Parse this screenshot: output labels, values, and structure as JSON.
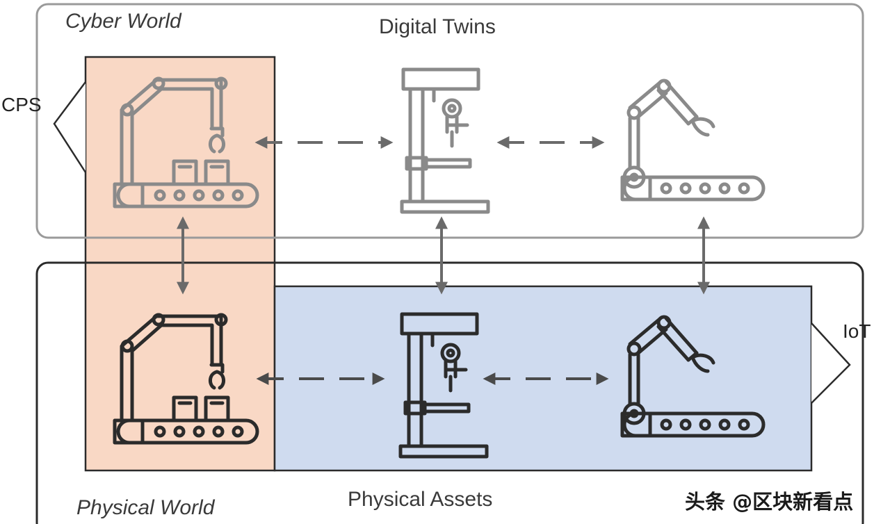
{
  "diagram": {
    "cyber_world": "Cyber World",
    "digital_twins": "Digital Twins",
    "cps": "CPS",
    "iot": "IoT",
    "physical_world": "Physical World",
    "physical_assets": "Physical Assets"
  },
  "watermark": "头条 @区块新看点",
  "colors": {
    "cps_fill": "#f9d8c5",
    "iot_fill": "#cfdbef",
    "twin_stroke": "#8a8a8a",
    "asset_stroke": "#2b2b2b",
    "frame_top": "#9a9a9a",
    "frame_bottom": "#2b2b2b"
  },
  "icons": [
    "robot-conveyor-icon",
    "drill-press-icon",
    "robot-arm-conveyor-icon"
  ]
}
